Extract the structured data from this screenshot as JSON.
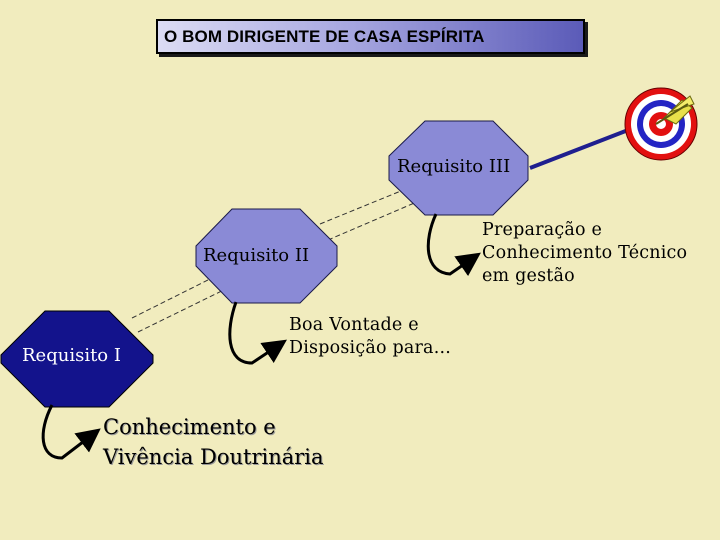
{
  "title": "O BOM DIRIGENTE DE  CASA ESPÍRITA",
  "requirements": [
    {
      "label": "Requisito I",
      "description": [
        "Conhecimento e",
        "Vivência Doutrinária"
      ]
    },
    {
      "label": "Requisito II",
      "description": [
        "Boa Vontade e",
        "Disposição para..."
      ]
    },
    {
      "label": "Requisito III",
      "description": [
        "Preparação e",
        "Conhecimento Técnico",
        "em gestão"
      ]
    }
  ],
  "icons": [
    "octagon-requisito-1",
    "octagon-requisito-2",
    "octagon-requisito-3",
    "target-icon",
    "dart-icon",
    "curved-arrow-icon"
  ],
  "colors": {
    "background": "#f1ecbe",
    "octagon_dark": "#1a1a9a",
    "octagon_light": "#8c8cd8",
    "arrow": "#1f1f8f",
    "target_red": "#e01010",
    "target_blue": "#2020c0"
  }
}
